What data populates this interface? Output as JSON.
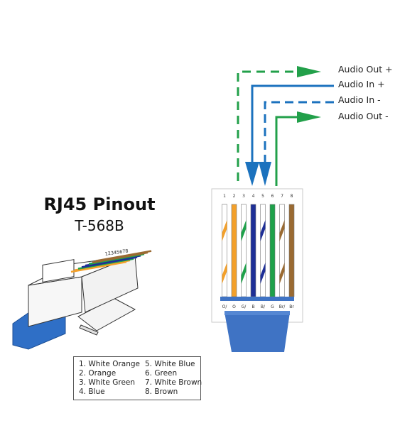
{
  "signals": [
    {
      "label": "Audio Out +"
    },
    {
      "label": "Audio In +"
    },
    {
      "label": "Audio In -"
    },
    {
      "label": "Audio Out -"
    }
  ],
  "title": "RJ45 Pinout",
  "subtitle": "T-568B",
  "pin_numbers": [
    "1",
    "2",
    "3",
    "4",
    "5",
    "6",
    "7",
    "8"
  ],
  "pin_codes": [
    "O/",
    "O",
    "G/",
    "B",
    "B/",
    "G",
    "Br/",
    "Br"
  ],
  "connector_pin_numbers": "12345678",
  "legend": {
    "left": [
      "1. White Orange",
      "2. Orange",
      "3. White Green",
      "4. Blue"
    ],
    "right": [
      "5. White Blue",
      "6. Green",
      "7. White Brown",
      "8. Brown"
    ]
  },
  "colors": {
    "orange": "#F3A02A",
    "green": "#1EA14A",
    "blue": "#1E2F96",
    "brown": "#9A6A32",
    "cable_blue": "#3F73C4",
    "arrow_green": "#22A04A",
    "arrow_blue": "#1B72BE"
  }
}
